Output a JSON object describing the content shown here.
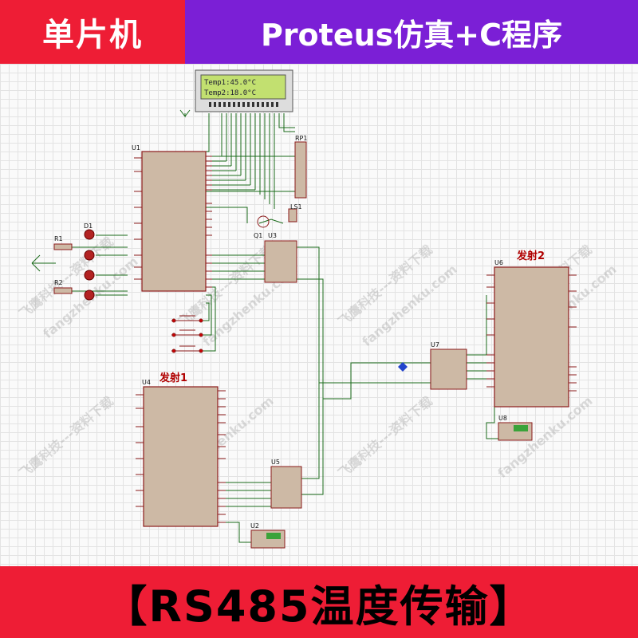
{
  "header": {
    "left_tag": "单片机",
    "right_tag": "Proteus仿真+C程序"
  },
  "footer": {
    "title": "【RS485温度传输】"
  },
  "lcd": {
    "line1": "Temp1:45.0°C",
    "line2": "Temp2:18.0°C"
  },
  "labels": {
    "u1": "U1",
    "u4": "U4",
    "u6": "U6",
    "u3": "U3",
    "u5": "U5",
    "u7": "U7",
    "u2": "U2",
    "u8": "U8",
    "q1": "Q1",
    "ls1": "LS1",
    "rp1": "RP1",
    "r1": "R1",
    "r2": "R2",
    "d1": "D1",
    "transmitter1": "发射1",
    "transmitter2": "发射2"
  },
  "watermarks": [
    "飞鹰科技---资料下载",
    "fangzhenku.com"
  ],
  "colors": {
    "header_left_bg": "#ee1d35",
    "header_right_bg": "#7b1fd6",
    "footer_bg": "#ee1d35",
    "chip_fill": "#cdb9a5",
    "chip_stroke": "#8b1a1a",
    "wire": "#1a6b1a",
    "lcd_bg": "#c2e070"
  }
}
